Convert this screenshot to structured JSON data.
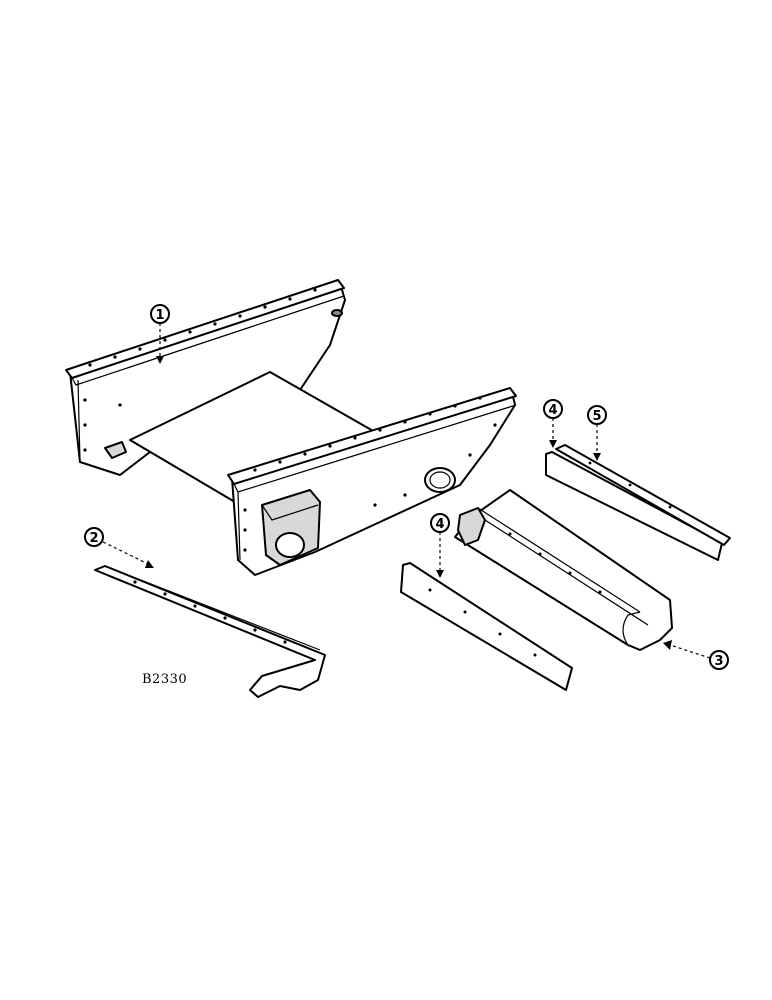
{
  "figure": {
    "code": "B2330"
  },
  "callouts": [
    {
      "id": "callout-1",
      "label": "1"
    },
    {
      "id": "callout-2",
      "label": "2"
    },
    {
      "id": "callout-3",
      "label": "3"
    },
    {
      "id": "callout-4-left",
      "label": "4"
    },
    {
      "id": "callout-4-top",
      "label": "4"
    },
    {
      "id": "callout-5",
      "label": "5"
    }
  ],
  "colors": {
    "line": "#000000",
    "background": "#ffffff"
  }
}
